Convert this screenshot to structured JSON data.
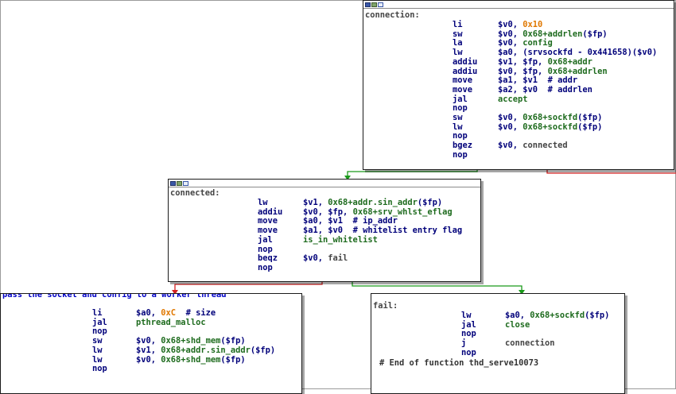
{
  "nodes": {
    "connection": {
      "label": "connection:",
      "lines": [
        {
          "mn": "li",
          "a": "$v0, ",
          "b": "0x10",
          "bk": "num",
          "c": "",
          "ck": ""
        },
        {
          "mn": "sw",
          "a": "$v0, ",
          "b": "0x68+addrlen",
          "bk": "sym",
          "c": "($fp)",
          "ck": "op"
        },
        {
          "mn": "la",
          "a": "$v0, ",
          "b": "config",
          "bk": "sym",
          "c": "",
          "ck": ""
        },
        {
          "mn": "lw",
          "a": "$a0, ",
          "b": "(srvsockfd - 0x441658)",
          "bk": "op",
          "c": "($v0)",
          "ck": "op"
        },
        {
          "mn": "addiu",
          "a": "$v1, $fp, ",
          "b": "0x68+addr",
          "bk": "sym",
          "c": "",
          "ck": ""
        },
        {
          "mn": "addiu",
          "a": "$v0, $fp, ",
          "b": "0x68+addrlen",
          "bk": "sym",
          "c": "",
          "ck": ""
        },
        {
          "mn": "move",
          "a": "$a1, $v1  ",
          "b": "# addr",
          "bk": "cmt",
          "c": "",
          "ck": ""
        },
        {
          "mn": "move",
          "a": "$a2, $v0  ",
          "b": "# addrlen",
          "bk": "cmt",
          "c": "",
          "ck": ""
        },
        {
          "mn": "jal",
          "a": "",
          "b": "accept",
          "bk": "sym",
          "c": "",
          "ck": ""
        },
        {
          "mn": "nop",
          "a": "",
          "b": "",
          "bk": "",
          "c": "",
          "ck": ""
        },
        {
          "mn": "sw",
          "a": "$v0, ",
          "b": "0x68+sockfd",
          "bk": "sym",
          "c": "($fp)",
          "ck": "op"
        },
        {
          "mn": "lw",
          "a": "$v0, ",
          "b": "0x68+sockfd",
          "bk": "sym",
          "c": "($fp)",
          "ck": "op"
        },
        {
          "mn": "nop",
          "a": "",
          "b": "",
          "bk": "",
          "c": "",
          "ck": ""
        },
        {
          "mn": "bgez",
          "a": "$v0, ",
          "b": "connected",
          "bk": "ref",
          "c": "",
          "ck": ""
        },
        {
          "mn": "nop",
          "a": "",
          "b": "",
          "bk": "",
          "c": "",
          "ck": ""
        }
      ]
    },
    "connected": {
      "label": "connected:",
      "lines": [
        {
          "mn": "lw",
          "a": "$v1, ",
          "b": "0x68+addr.sin_addr",
          "bk": "sym",
          "c": "($fp)",
          "ck": "op"
        },
        {
          "mn": "addiu",
          "a": "$v0, $fp, ",
          "b": "0x68+srv_whlst_eflag",
          "bk": "sym",
          "c": "",
          "ck": ""
        },
        {
          "mn": "move",
          "a": "$a0, $v1  ",
          "b": "# ip_addr",
          "bk": "cmt",
          "c": "",
          "ck": ""
        },
        {
          "mn": "move",
          "a": "$a1, $v0  ",
          "b": "# whitelist entry flag",
          "bk": "cmt",
          "c": "",
          "ck": ""
        },
        {
          "mn": "jal",
          "a": "",
          "b": "is_in_whitelist",
          "bk": "sym",
          "c": "",
          "ck": ""
        },
        {
          "mn": "nop",
          "a": "",
          "b": "",
          "bk": "",
          "c": "",
          "ck": ""
        },
        {
          "mn": "beqz",
          "a": "$v0, ",
          "b": "fail",
          "bk": "ref",
          "c": "",
          "ck": ""
        },
        {
          "mn": "nop",
          "a": "",
          "b": "",
          "bk": "",
          "c": "",
          "ck": ""
        }
      ]
    },
    "worker": {
      "label": "pass the socket and config to a worker thread",
      "lines": [
        {
          "mn": "li",
          "a": "$a0, ",
          "b": "0xC",
          "bk": "num",
          "c": "  # size",
          "ck": "cmt"
        },
        {
          "mn": "jal",
          "a": "",
          "b": "pthread_malloc",
          "bk": "sym",
          "c": "",
          "ck": ""
        },
        {
          "mn": "nop",
          "a": "",
          "b": "",
          "bk": "",
          "c": "",
          "ck": ""
        },
        {
          "mn": "sw",
          "a": "$v0, ",
          "b": "0x68+shd_mem",
          "bk": "sym",
          "c": "($fp)",
          "ck": "op"
        },
        {
          "mn": "lw",
          "a": "$v1, ",
          "b": "0x68+addr.sin_addr",
          "bk": "sym",
          "c": "($fp)",
          "ck": "op"
        },
        {
          "mn": "lw",
          "a": "$v0, ",
          "b": "0x68+shd_mem",
          "bk": "sym",
          "c": "($fp)",
          "ck": "op"
        },
        {
          "mn": "nop",
          "a": "",
          "b": "",
          "bk": "",
          "c": "",
          "ck": ""
        }
      ]
    },
    "fail": {
      "label": "fail:",
      "lines": [
        {
          "mn": "lw",
          "a": "$a0, ",
          "b": "0x68+sockfd",
          "bk": "sym",
          "c": "($fp)",
          "ck": "op"
        },
        {
          "mn": "jal",
          "a": "",
          "b": "close",
          "bk": "sym",
          "c": "",
          "ck": ""
        },
        {
          "mn": "nop",
          "a": "",
          "b": "",
          "bk": "",
          "c": "",
          "ck": ""
        },
        {
          "mn": "j",
          "a": "",
          "b": "connection",
          "bk": "ref",
          "c": "",
          "ck": ""
        },
        {
          "mn": "nop",
          "a": "",
          "b": "",
          "bk": "",
          "c": "",
          "ck": ""
        }
      ],
      "end_comment": "# End of function thd_serve10073"
    }
  },
  "colors": {
    "true_edge": "#1a9a1a",
    "false_edge": "#d42020",
    "mnemonic": "#00007a",
    "symbol": "#1e6b1e",
    "number": "#e07800",
    "label": "#444444"
  },
  "icons": [
    "graph-view-icon",
    "picture-icon",
    "text-view-icon"
  ]
}
